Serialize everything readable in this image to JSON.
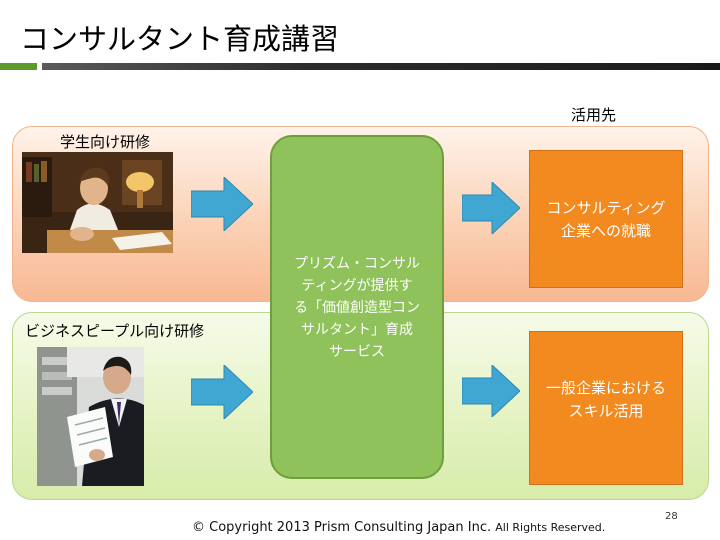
{
  "slide": {
    "title": "コンサルタント育成講習",
    "page_number": "28"
  },
  "destination_header": "活用先",
  "student_section": {
    "label": "学生向け研修",
    "destination_lines": [
      "コンサルティング",
      "企業への就職"
    ]
  },
  "business_section": {
    "label": "ビジネスピープル向け研修",
    "destination_lines": [
      "一般企業における",
      "スキル活用"
    ]
  },
  "center_box": {
    "lines": [
      "プリズム・コンサル",
      "ティングが提供す",
      "る「価値創造型コン",
      "サルタント」育成",
      "サービス"
    ]
  },
  "footer": {
    "copyright": "© Copyright 2013   Prism Consulting Japan Inc.",
    "rights": "All Rights Reserved."
  },
  "colors": {
    "accent_green": "#5c9a2c",
    "center_box": "#8fc25a",
    "destination_box": "#f28a1f",
    "arrow": "#3fa7d2"
  }
}
